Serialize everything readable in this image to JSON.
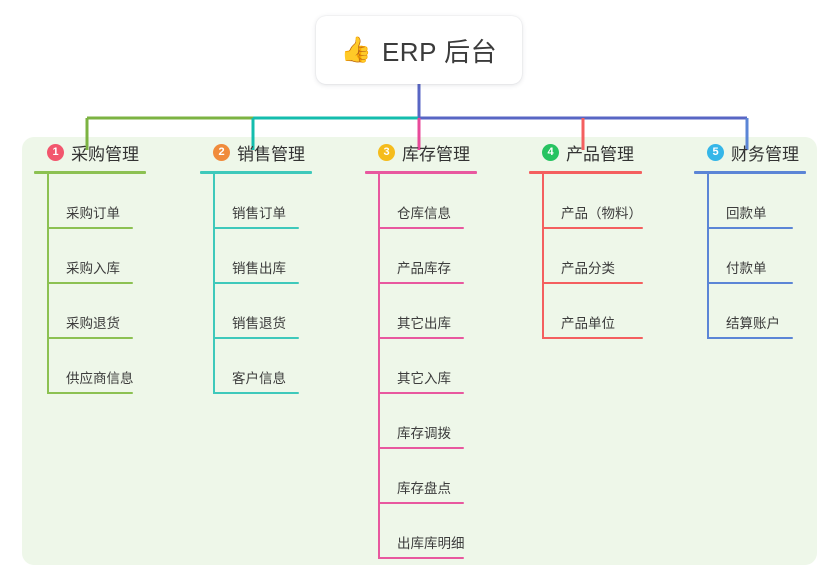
{
  "root": {
    "icon": "thumbs-up-icon",
    "icon_glyph": "👍",
    "title": "ERP 后台"
  },
  "panel": {
    "background_color": "#eef7e9"
  },
  "connector_colors": {
    "green": "#7cb342",
    "teal": "#14bdad",
    "blue": "#5866c4",
    "pink": "#e84a9a",
    "red": "#f45f5f"
  },
  "columns": [
    {
      "index": "1",
      "badge_color": "#f2566d",
      "line_color": "#8cc152",
      "title": "采购管理",
      "items": [
        "采购订单",
        "采购入库",
        "采购退货",
        "供应商信息"
      ]
    },
    {
      "index": "2",
      "badge_color": "#f08b3c",
      "line_color": "#3ec9bb",
      "title": "销售管理",
      "items": [
        "销售订单",
        "销售出库",
        "销售退货",
        "客户信息"
      ]
    },
    {
      "index": "3",
      "badge_color": "#f5bc1c",
      "line_color": "#e8589f",
      "title": "库存管理",
      "items": [
        "仓库信息",
        "产品库存",
        "其它出库",
        "其它入库",
        "库存调拨",
        "库存盘点",
        "出库库明细"
      ]
    },
    {
      "index": "4",
      "badge_color": "#27c361",
      "line_color": "#f45f5f",
      "title": "产品管理",
      "items": [
        "产品（物料）",
        "产品分类",
        "产品单位"
      ]
    },
    {
      "index": "5",
      "badge_color": "#35b6e8",
      "line_color": "#5b85d6",
      "title": "财务管理",
      "items": [
        "回款单",
        "付款单",
        "结算账户"
      ]
    }
  ]
}
